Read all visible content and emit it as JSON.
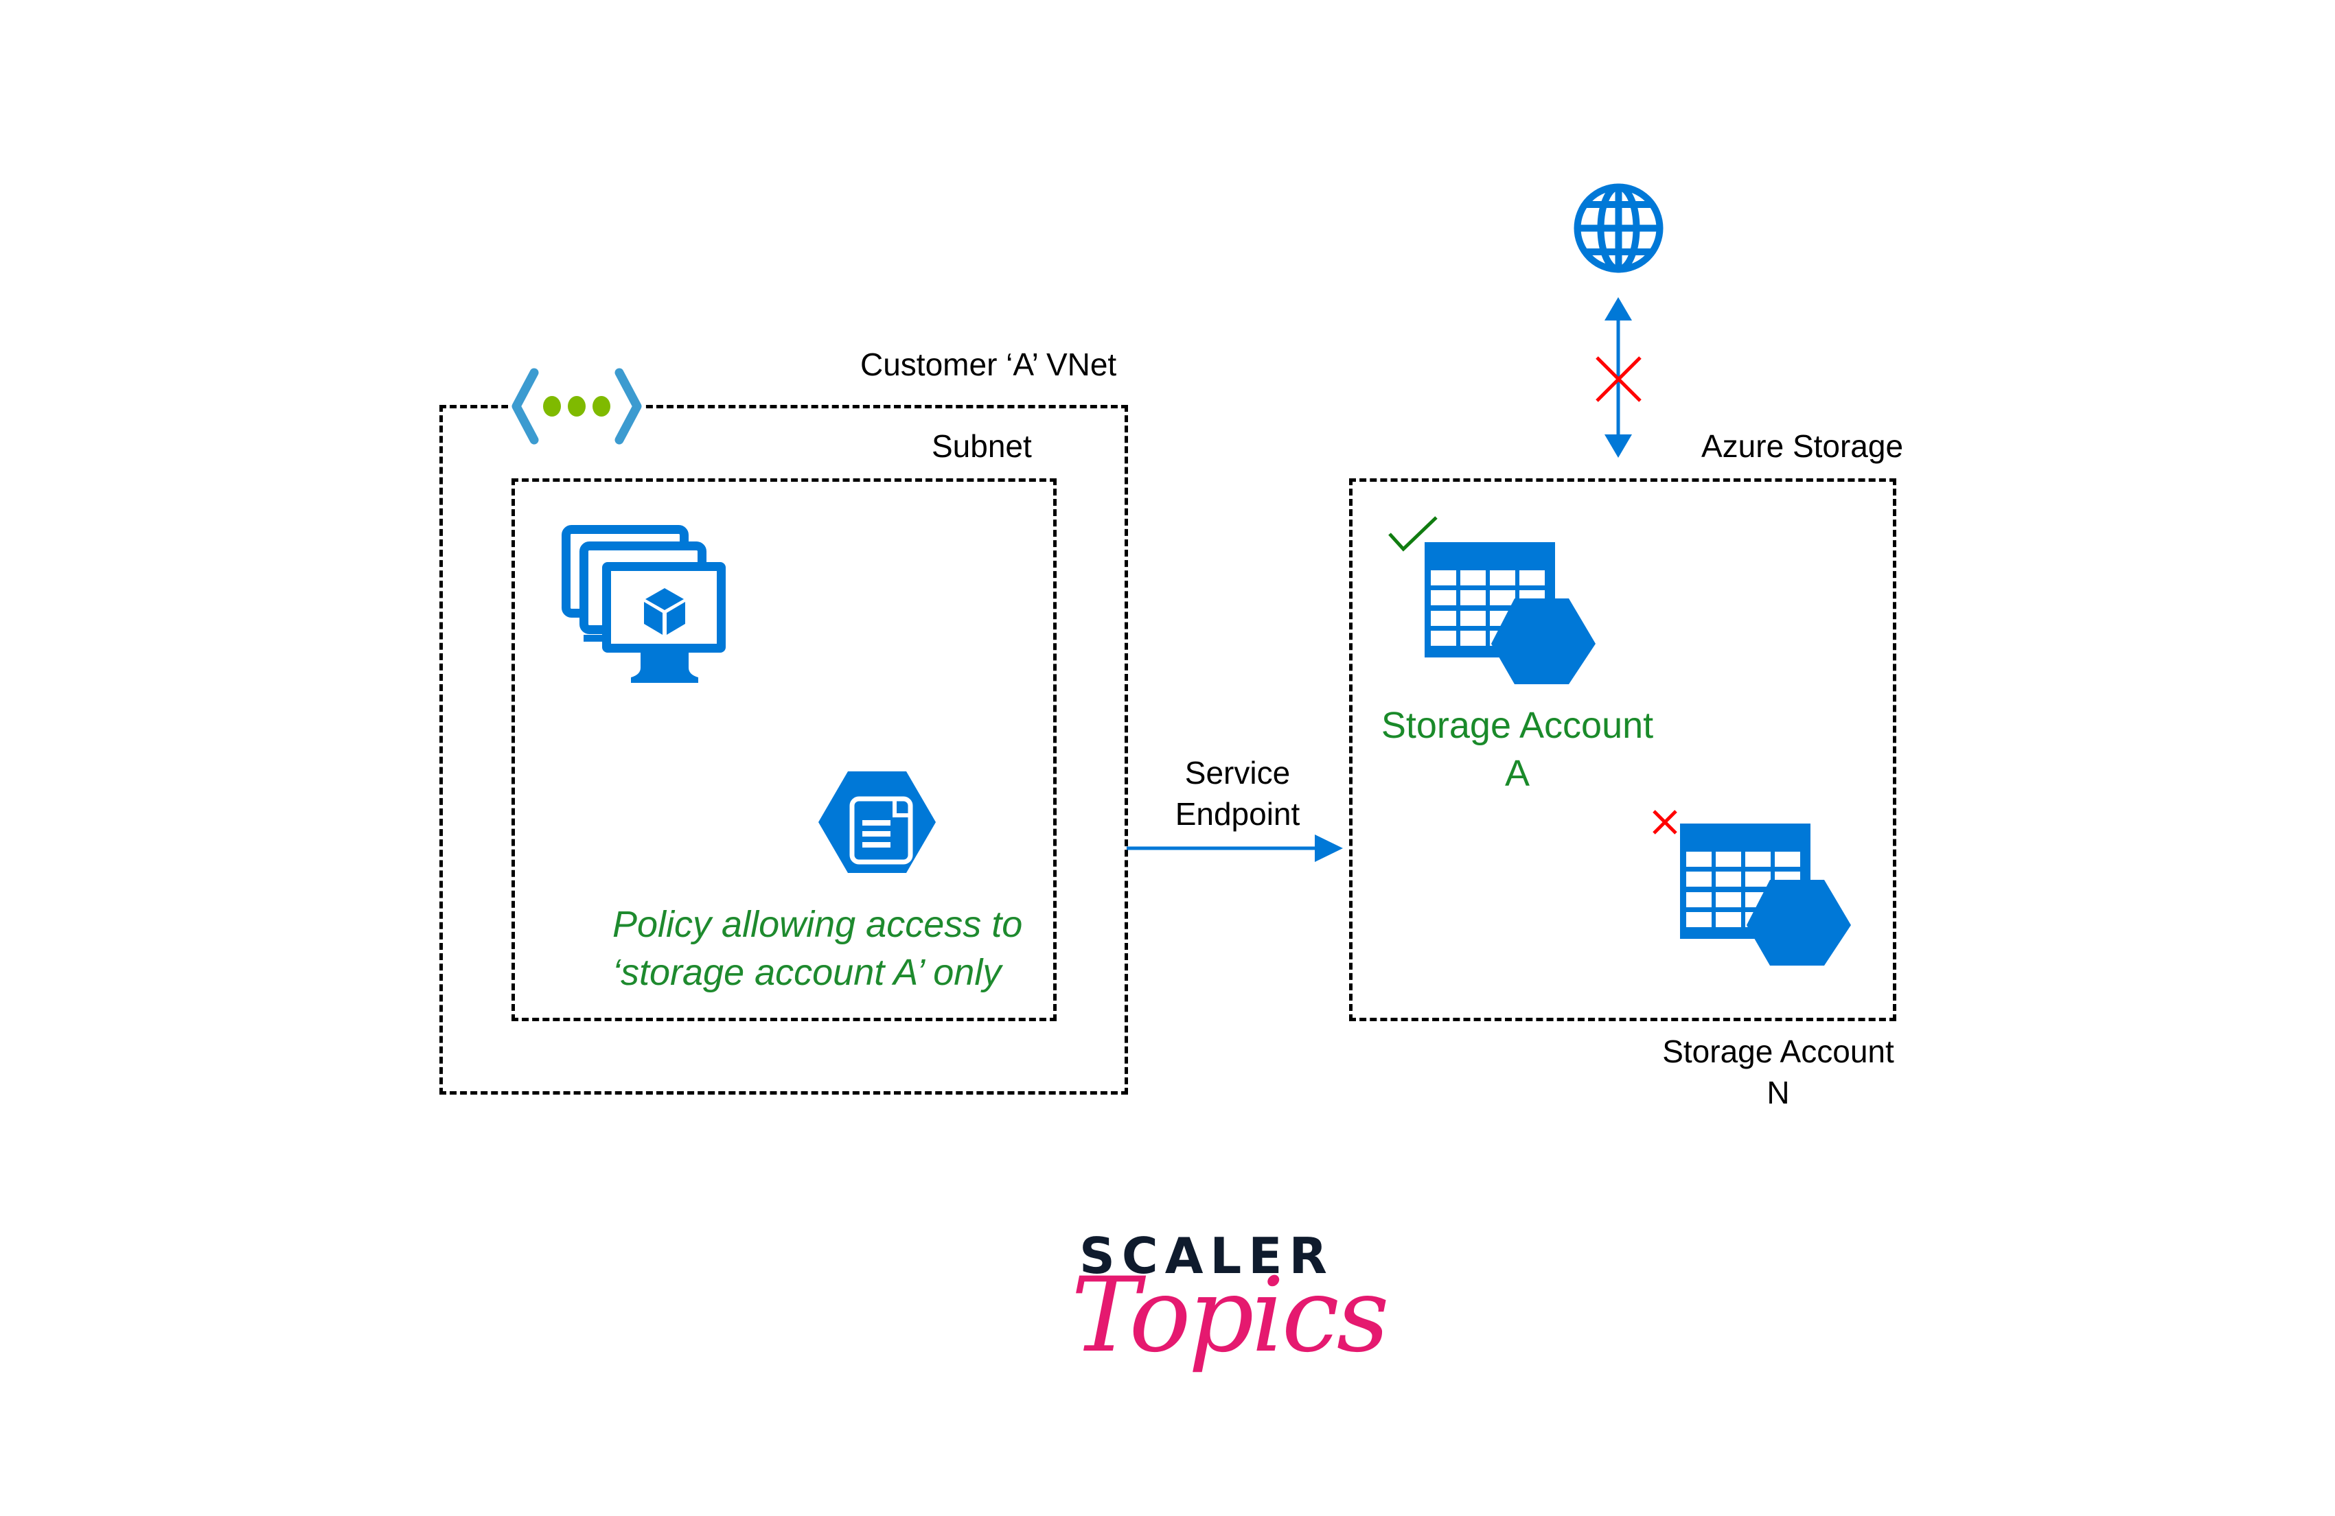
{
  "diagram": {
    "vnet": {
      "label": "Customer ‘A’ VNet",
      "icon": "virtual-network-icon"
    },
    "subnet": {
      "label": "Subnet"
    },
    "vm_group": {
      "icon": "virtual-machines-icon"
    },
    "policy": {
      "icon": "service-endpoint-policy-icon",
      "line1": "Policy allowing access to",
      "line2": "‘storage account A’ only"
    },
    "service_endpoint": {
      "line1": "Service",
      "line2": "Endpoint"
    },
    "internet": {
      "icon": "globe-icon",
      "blocked_marker": "red-x-icon"
    },
    "azure_storage": {
      "label": "Azure Storage",
      "accounts": [
        {
          "line1": "Storage Account",
          "line2": "A",
          "status": "allowed",
          "status_icon": "checkmark-icon"
        },
        {
          "line1": "Storage Account",
          "line2": "N",
          "status": "denied",
          "status_icon": "red-x-icon"
        }
      ]
    }
  },
  "colors": {
    "azure_blue": "#0078D7",
    "vnet_bracket": "#3C9BD0",
    "vnet_dots": "#7FBA00",
    "allowed_green": "#107C10",
    "denied_red": "#FF0000",
    "logo_dark": "#0F1B2D",
    "logo_pink": "#E5196F"
  },
  "branding": {
    "line1": "SCALER",
    "line2": "Topics"
  }
}
